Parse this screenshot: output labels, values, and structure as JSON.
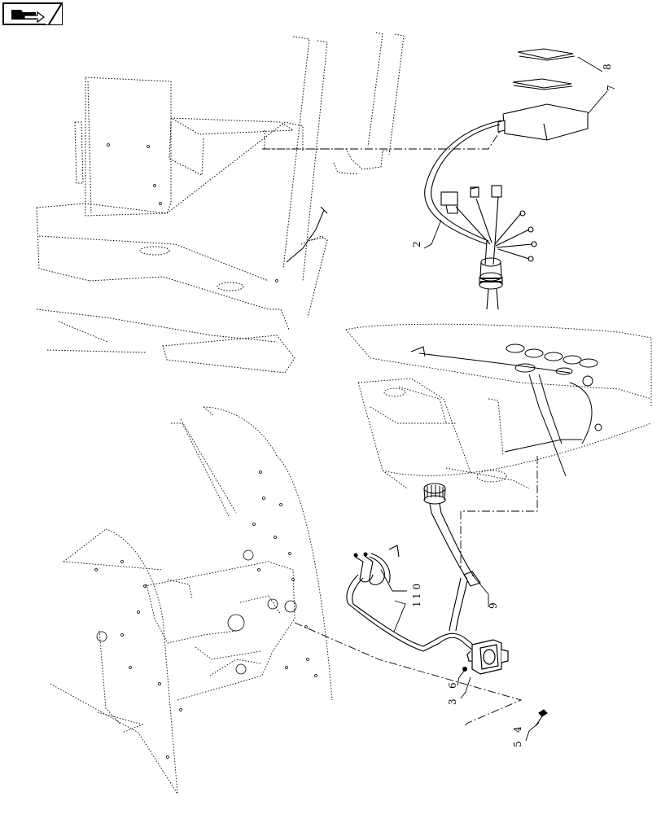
{
  "nav": {
    "icon": "folder-arrow-icon"
  },
  "callouts": {
    "c1": "1",
    "c2": "2",
    "c3": "3",
    "c4": "4",
    "c5": "5",
    "c6": "6",
    "c7": "7",
    "c8": "8",
    "c9": "9",
    "c10": "1 0"
  }
}
